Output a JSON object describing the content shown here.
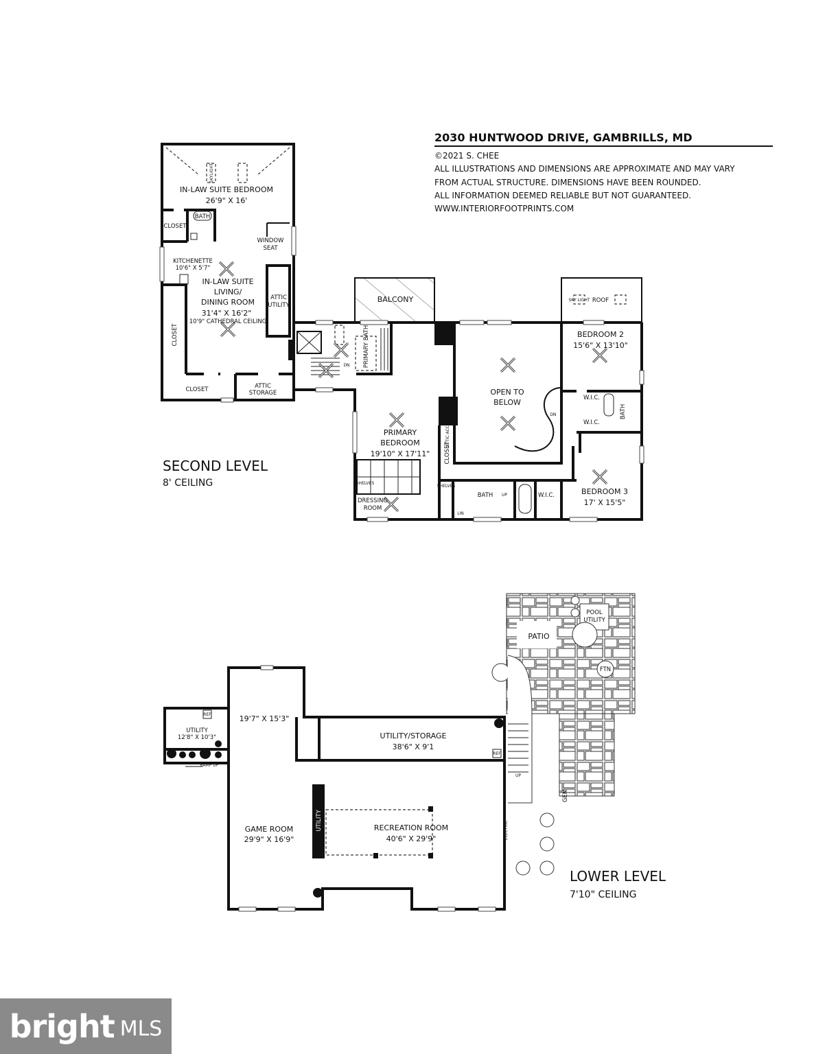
{
  "header": {
    "title": "2030 HUNTWOOD DRIVE, GAMBRILLS, MD",
    "copyright": "©2021 S. CHEE",
    "disclaimer": [
      "ALL ILLUSTRATIONS AND DIMENSIONS ARE APPROXIMATE AND MAY VARY",
      "FROM ACTUAL STRUCTURE. DIMENSIONS HAVE BEEN ROUNDED.",
      "ALL INFORMATION DEEMED RELIABLE BUT NOT GUARANTEED.",
      "WWW.INTERIORFOOTPRINTS.COM"
    ]
  },
  "second_level": {
    "title": "SECOND LEVEL",
    "ceiling": "8' CEILING",
    "rooms": {
      "inlaw_bedroom": "IN-LAW SUITE BEDROOM",
      "inlaw_bedroom_dim": "26'9\" X 16'",
      "bath": "BATH",
      "closet": "CLOSET",
      "window_seat_1": "WINDOW",
      "window_seat_2": "SEAT",
      "kitchenette": "KITCHENETTE",
      "kitchenette_dim": "10'6\" X 5'7\"",
      "inlaw_living_1": "IN-LAW SUITE",
      "inlaw_living_2": "LIVING/",
      "inlaw_living_3": "DINING ROOM",
      "inlaw_living_dim": "31'4\" X 16'2\"",
      "inlaw_living_ceiling": "10'9\" CATHEDRAL CEILING",
      "attic_utility_1": "ATTIC",
      "attic_utility_2": "UTILITY",
      "closet_side": "CLOSET",
      "closet_bottom": "CLOSET",
      "attic_storage_1": "ATTIC",
      "attic_storage_2": "STORAGE",
      "skylight": "SKYLIGHT",
      "balcony": "BALCONY",
      "roof": "ROOF",
      "sky_light": "SKY LIGHT",
      "primary_bath": "PRIMARY BATH",
      "dn": "DN",
      "open_below_1": "OPEN TO",
      "open_below_2": "BELOW",
      "bedroom2": "BEDROOM 2",
      "bedroom2_dim": "15'6\" X 13'10\"",
      "wic": "W.I.C.",
      "bath2": "BATH",
      "primary_bedroom_1": "PRIMARY",
      "primary_bedroom_2": "BEDROOM",
      "primary_bedroom_dim": "19'10\" X 17'11\"",
      "closet_primary": "CLOSET",
      "attic_access": "ATTIC ACCESS",
      "shelves": "SHELVES",
      "shelves2": "SHELVES",
      "dressing_1": "DRESSING",
      "dressing_2": "ROOM",
      "bath_primary": "BATH",
      "up": "UP",
      "wic2": "W.I.C.",
      "lin": "LIN",
      "bedroom3": "BEDROOM 3",
      "bedroom3_dim": "17' X 15'5\""
    }
  },
  "lower_level": {
    "title": "LOWER LEVEL",
    "ceiling": "7'10\" CEILING",
    "rooms": {
      "pool_utility_1": "POOL",
      "pool_utility_2": "UTILITY",
      "patio": "PATIO",
      "ftn": "FTN",
      "room_dim": "19'7\" X 15'3\"",
      "utility": "UTILITY",
      "utility_dim": "12'8\" X 10'3\"",
      "ref": "REF",
      "ramp_up": "RAMP UP",
      "utility_storage": "UTILITY/STORAGE",
      "utility_storage_dim": "38'6\" X 9'1",
      "game_room": "GAME ROOM",
      "game_room_dim": "29'9\" X 16'9\"",
      "recreation_room": "RECREATION ROOM",
      "recreation_room_dim": "40'6\" X 29'9\"",
      "utility_small": "UTILITY",
      "electric": "ELECTRIC",
      "up": "UP",
      "gen": "GEN"
    }
  },
  "logo": {
    "brand": "bright",
    "suffix": "MLS"
  }
}
